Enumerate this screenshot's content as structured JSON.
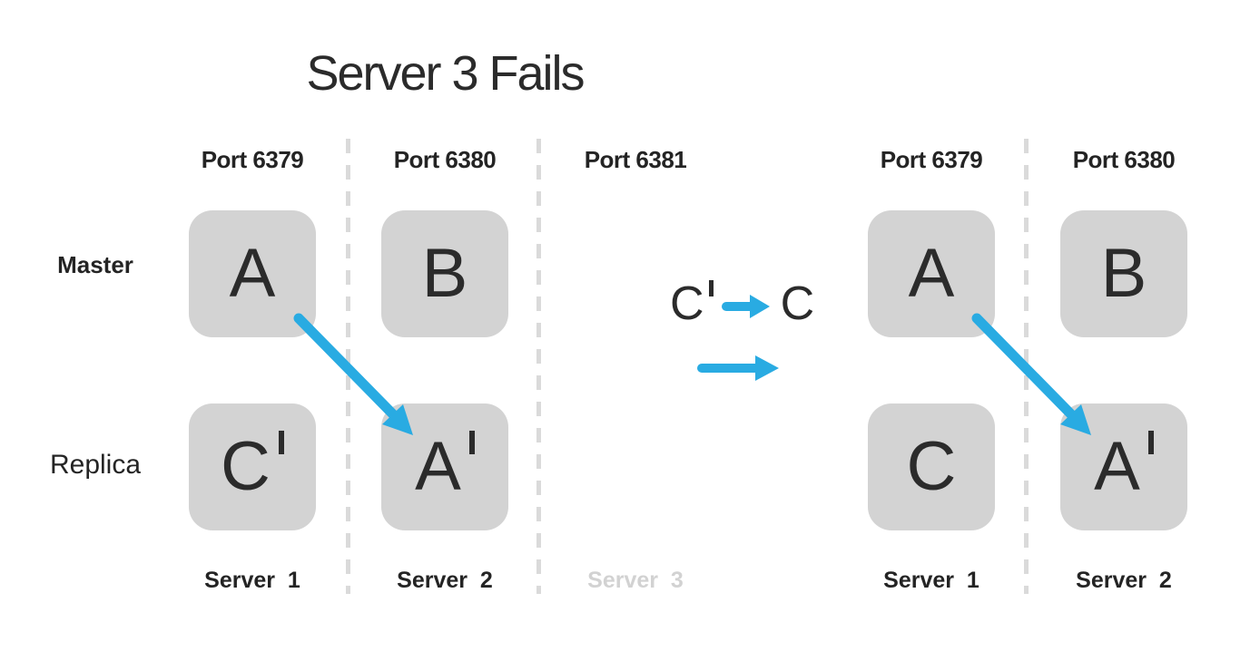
{
  "title": "Server 3 Fails",
  "colors": {
    "accent_blue": "#29abe2",
    "box_gray": "#d3d3d3",
    "text_dark": "#242424",
    "failed_label_gray": "#d2d2d2"
  },
  "row_labels": {
    "master": "Master",
    "replica": "Replica"
  },
  "left_cluster": {
    "ports": [
      "Port 6379",
      "Port 6380",
      "Port 6381"
    ],
    "servers": [
      "Server 1",
      "Server 2",
      "Server 3"
    ],
    "failed_server": "Server 3",
    "master_boxes": [
      {
        "label": "A",
        "prime": false
      },
      {
        "label": "B",
        "prime": false
      }
    ],
    "replica_boxes": [
      {
        "label": "C",
        "prime": true
      },
      {
        "label": "A",
        "prime": true
      }
    ]
  },
  "transition": {
    "from_label": "C",
    "from_prime": true,
    "to_label": "C",
    "meaning": "replica C' promoted to master C"
  },
  "right_cluster": {
    "ports": [
      "Port 6379",
      "Port 6380"
    ],
    "servers": [
      "Server 1",
      "Server 2"
    ],
    "master_boxes": [
      {
        "label": "A",
        "prime": false
      },
      {
        "label": "B",
        "prime": false
      }
    ],
    "replica_boxes": [
      {
        "label": "C",
        "prime": false
      },
      {
        "label": "A",
        "prime": true
      }
    ]
  }
}
